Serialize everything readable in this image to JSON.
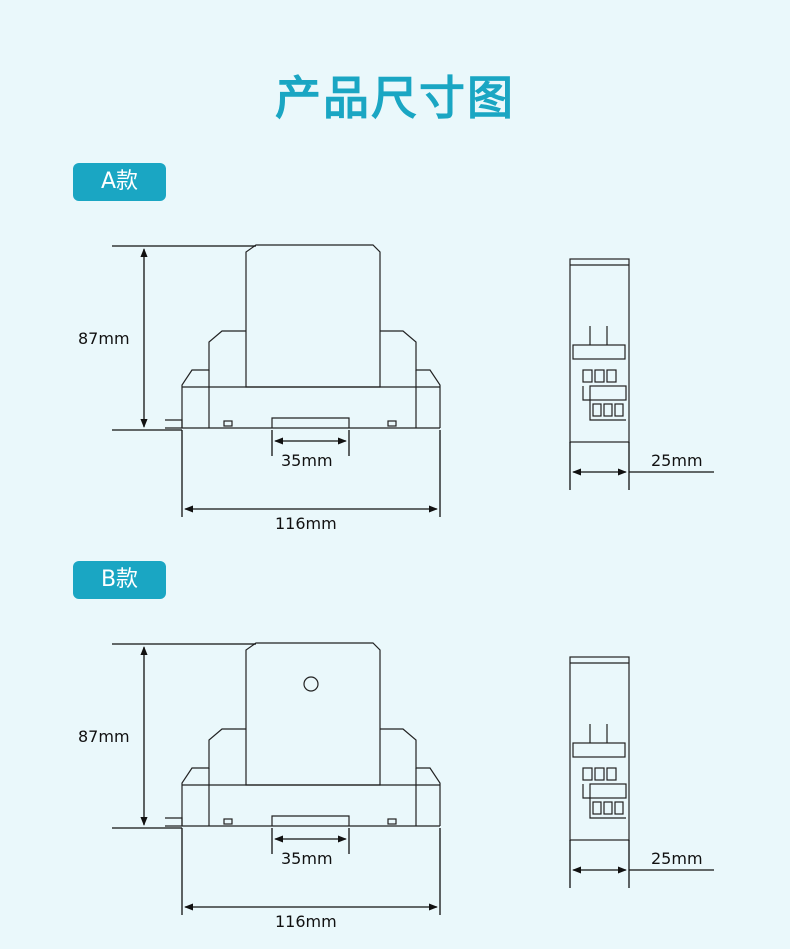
{
  "title": "产品尺寸图",
  "models": [
    {
      "label": "A款",
      "height": "87mm",
      "rail": "35mm",
      "width": "116mm",
      "depth": "25mm",
      "has_indicator": false
    },
    {
      "label": "B款",
      "height": "87mm",
      "rail": "35mm",
      "width": "116mm",
      "depth": "25mm",
      "has_indicator": true
    }
  ]
}
